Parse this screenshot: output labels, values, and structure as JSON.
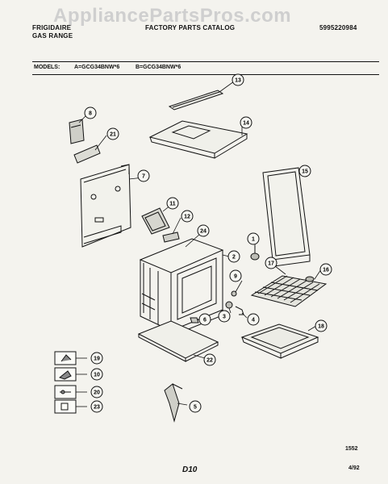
{
  "header": {
    "brand": "FRIGIDAIRE",
    "product": "GAS RANGE",
    "catalog_title": "FACTORY PARTS CATALOG",
    "catalog_number": "5995220984",
    "watermark": "AppliancePartsPros.com"
  },
  "models": {
    "label": "MODELS:",
    "model_a": "A=GCG34BNW*6",
    "model_b": "B=GCG34BNW*6"
  },
  "callouts": [
    "13",
    "8",
    "21",
    "14",
    "7",
    "15",
    "11",
    "12",
    "24",
    "1",
    "2",
    "17",
    "16",
    "9",
    "3",
    "4",
    "6",
    "18",
    "22",
    "19",
    "10",
    "20",
    "23",
    "5"
  ],
  "footer": {
    "drawing_number": "1552",
    "page_code": "D10",
    "date": "4/92"
  }
}
